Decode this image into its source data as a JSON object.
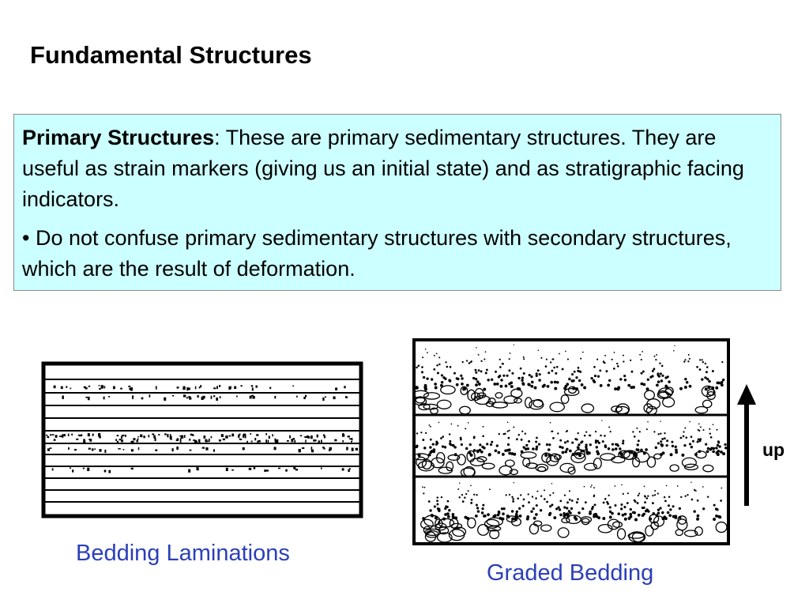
{
  "slide": {
    "title": "Fundamental Structures",
    "box": {
      "term": "Primary Structures",
      "definition": ": These are primary sedimentary structures.  They are useful as strain markers (giving us an initial state) and as stratigraphic facing indicators.",
      "bullet": "• Do not confuse primary sedimentary structures with secondary structures, which are the result of deformation."
    },
    "figures": {
      "left_caption": "Bedding Laminations",
      "right_caption": "Graded Bedding",
      "arrow_label": "up"
    },
    "colors": {
      "box_background": "#ccffff",
      "caption": "#2b3fb8"
    }
  }
}
